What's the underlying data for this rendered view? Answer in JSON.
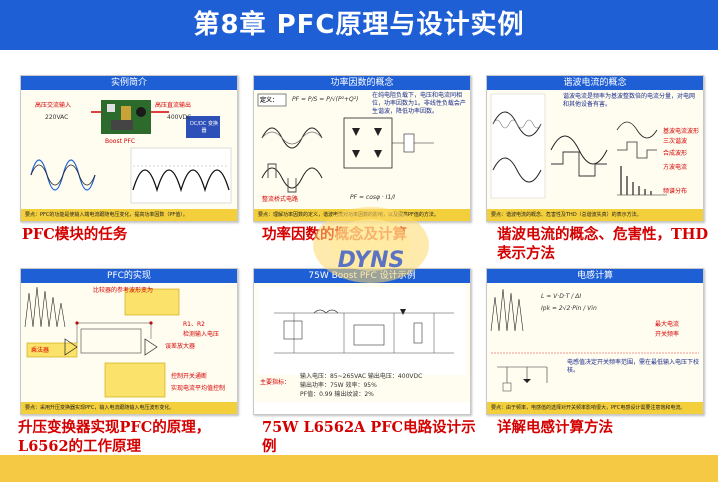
{
  "title": "第8章  PFC原理与设计实例",
  "watermark": "DYNS",
  "colors": {
    "title_bg": "#1f5fd6",
    "caption": "#d40000",
    "foot": "#f3cf3c",
    "band": "#f6c944"
  },
  "cards": [
    {
      "header": "实例简介",
      "labels": {
        "in": "高压交流输入",
        "vin": "220VAC",
        "out": "高压直流输出",
        "vout": "400VDC",
        "boost": "Boost PFC",
        "load": "DC/DC 变换器"
      },
      "foot": "要点：PFC的功能是使输入端电流跟随电压变化，提高功率因数（PF值）。",
      "caption": "PFC模块的任务"
    },
    {
      "header": "功率因数的概念",
      "labels": {
        "def": "定义：",
        "formula": "PF = P/S = P/√(P²+Q²)",
        "note": "在纯电阻负载下，电压和电流同相位，功率因数为1。非线性负载会产生谐波，降低功率因数。",
        "red": "整流桥式电路",
        "formula2": "PF = cosφ · I1/I"
      },
      "foot": "要点：理解功率因数的定义，谐波电流对功率因数的影响，以及提高PF值的方法。",
      "caption": "功率因数的概念及计算"
    },
    {
      "header": "谐波电流的概念",
      "labels": {
        "note": "谐波电流是频率为基波整数倍的电流分量，对电网和其他设备有害。",
        "r1": "基波电流波形",
        "r2": "三次谐波",
        "r3": "合成波形",
        "r4": "方波电流",
        "r5": "频谱分布"
      },
      "foot": "要点：谐波电流的概念、危害性及THD（总谐波失真）的表示方法。",
      "caption": "谐波电流的概念、危害性，THD表示方法"
    },
    {
      "header": "PFC的实现",
      "labels": {
        "top": "比较器的参考波形变为",
        "r1": "R1、R2",
        "r2": "检测输入电压",
        "r3": "误差放大器",
        "r4": "乘法器",
        "r5": "控制开关通断",
        "r6": "实现电流平均值控制"
      },
      "foot": "要点：采用升压变换器实现PFC，输入电流跟随输入电压波形变化。",
      "caption": "升压变换器实现PFC的原理，L6562的工作原理"
    },
    {
      "header": "75W Boost PFC 设计示例",
      "labels": {
        "spec_title": "主要指标：",
        "spec1": "输入电压：85~265VAC   输出电压：400VDC",
        "spec2": "输出功率：75W   效率：95%",
        "spec3": "PF值：0.99   输出纹波：2%"
      },
      "foot": "",
      "caption": "75W L6562A PFC电路设计示例"
    },
    {
      "header": "电感计算",
      "labels": {
        "f1": "L = V·D·T / ΔI",
        "f2": "Ipk = 2√2·Pin / Vin",
        "note": "电感值决定开关频率范围，需在最低输入电压下校核。",
        "r1": "最大电流",
        "r2": "开关频率"
      },
      "foot": "要点：由于频率，电感值的选择对开关频率影响很大，PFC电感设计需要注意饱和电流。",
      "caption": "详解电感计算方法"
    }
  ]
}
